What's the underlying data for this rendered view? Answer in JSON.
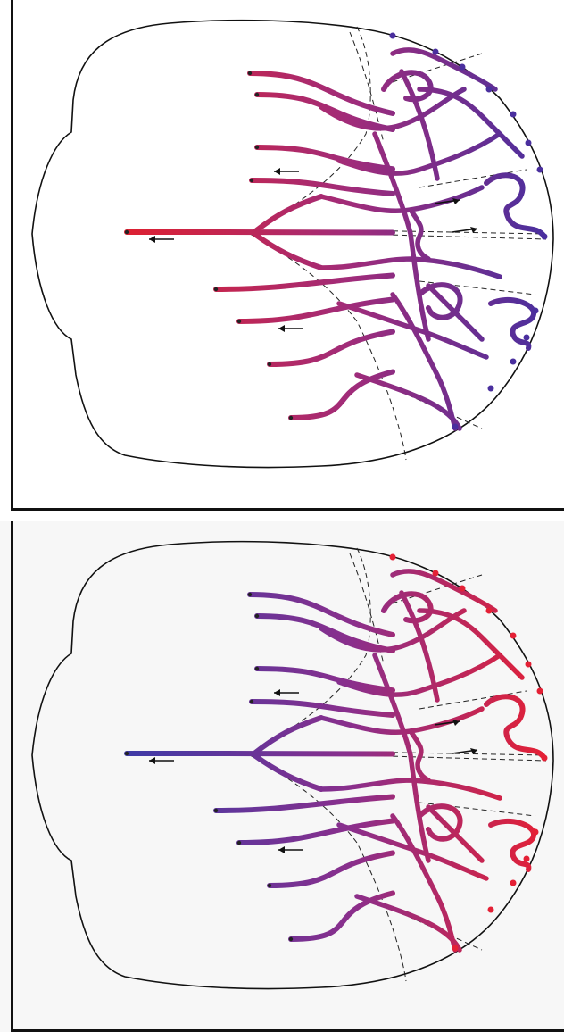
{
  "panels": [
    {
      "id": "top",
      "outer_vessel_color": "#e0202e",
      "mid_vessel_color": "#a02c7a",
      "rim_vessel_color": "#4a2f9e",
      "flow_arrows": [
        "left",
        "left",
        "left",
        "right",
        "right"
      ]
    },
    {
      "id": "bottom",
      "outer_vessel_color": "#3b3ba8",
      "mid_vessel_color": "#8a2f8c",
      "rim_vessel_color": "#e42035",
      "flow_arrows": [
        "left",
        "left",
        "left",
        "right",
        "right"
      ]
    }
  ],
  "outline_color": "#111111",
  "dashed_line_color": "#222222"
}
